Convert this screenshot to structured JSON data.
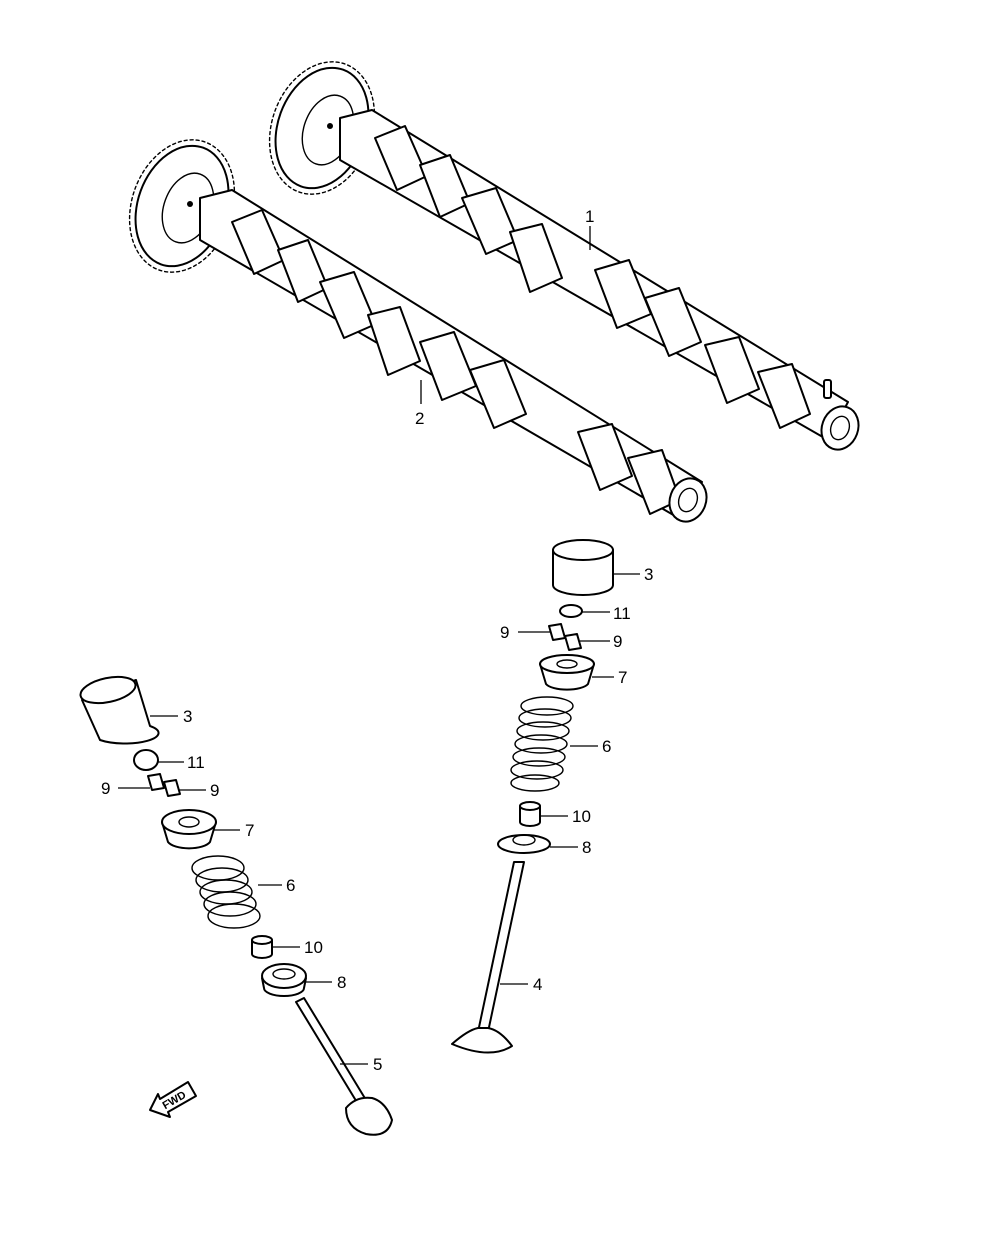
{
  "diagram": {
    "callouts": {
      "c1": "1",
      "c2": "2",
      "c3a": "3",
      "c3b": "3",
      "c4": "4",
      "c5": "5",
      "c6a": "6",
      "c6b": "6",
      "c7a": "7",
      "c7b": "7",
      "c8a": "8",
      "c8b": "8",
      "c9a": "9",
      "c9b": "9",
      "c9c": "9",
      "c9d": "9",
      "c10a": "10",
      "c10b": "10",
      "c11a": "11",
      "c11b": "11"
    },
    "direction_marker": {
      "text": "FWD",
      "icon": "fwd-arrow-icon"
    }
  }
}
